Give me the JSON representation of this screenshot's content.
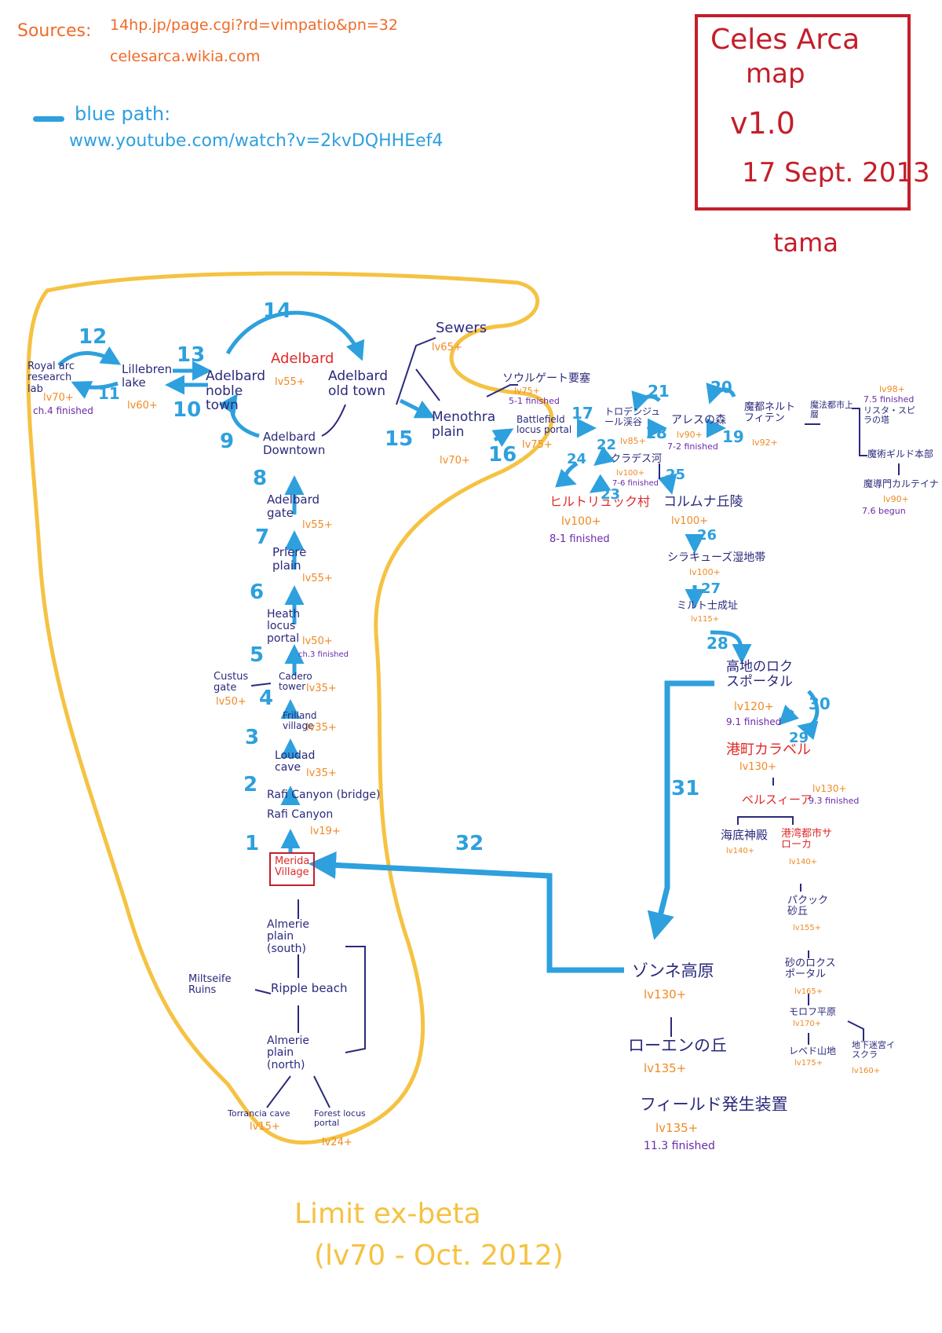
{
  "sources": {
    "label": "Sources:",
    "line1": "14hp.jp/page.cgi?rd=vimpatio&pn=32",
    "line2": "celesarca.wikia.com"
  },
  "blue_path": {
    "label": "blue path:",
    "url": "www.youtube.com/watch?v=2kvDQHHEef4"
  },
  "title": {
    "line1": "Celes Arca",
    "line2": "map",
    "version": "v1.0",
    "date": "17 Sept. 2013",
    "author": "tama"
  },
  "limit": {
    "line1": "Limit ex-beta",
    "line2": "(lv70 - Oct. 2012)"
  },
  "locations": {
    "royal_lab": "Royal arc research lab",
    "royal_lab_lv": "lv70+",
    "royal_lab_fin": "ch.4 finished",
    "lillebren": "Lillebren lake",
    "lillebren_lv": "lv60+",
    "adelbard": "Adelbard",
    "adelbard_lv": "lv55+",
    "noble_town": "Adelbard noble town",
    "old_town": "Adelbard old town",
    "downtown": "Adelbard Downtown",
    "gate": "Adelbard gate",
    "gate_lv": "lv55+",
    "priere": "Priere plain",
    "priere_lv": "lv55+",
    "heath": "Heath locus portal",
    "heath_lv": "lv50+",
    "heath_fin": "ch.3 finished",
    "custus": "Custus gate",
    "custus_lv": "lv50+",
    "cadero": "Cadero tower",
    "cadero_lv": "lv35+",
    "frilland": "Frilland village",
    "frilland_lv": "lv35+",
    "loudad": "Loudad cave",
    "loudad_lv": "lv35+",
    "rafi_bridge": "Rafi Canyon (bridge)",
    "rafi": "Rafi Canyon",
    "rafi_lv": "lv19+",
    "merida": "Merida Village",
    "almerie_south": "Almerie plain (south)",
    "miltseife": "Miltseife Ruins",
    "ripple": "Ripple beach",
    "almerie_north": "Almerie plain (north)",
    "torrancia": "Torrancia cave",
    "torrancia_lv": "lv15+",
    "forest_portal": "Forest locus portal",
    "forest_lv": "lv24+",
    "sewers": "Sewers",
    "sewers_lv": "lv65+",
    "menothra": "Menothra plain",
    "menothra_lv": "lv70+",
    "battlefield": "Battlefield locus portal",
    "battlefield_lv": "lv75+",
    "soul_gate": "ソウルゲート要塞",
    "soul_gate_lv": "lv75+",
    "soul_gate_fin": "5-1 finished",
    "trodenjuru": "トロデンジュール渓谷",
    "trodenjuru_lv": "lv85+",
    "ares": "アレスの森",
    "ares_lv": "lv90+",
    "ares_fin": "7-2 finished",
    "mato": "魔都ネルトフィテン",
    "mato_lv": "lv92+",
    "mahou_jouso": "魔法都市上層",
    "lista": "リスタ・スピラの塔",
    "lista_lv": "lv98+",
    "lista_fin": "7.5 finished",
    "majutsu": "魔術ギルド本部",
    "madoumon": "魔導門カルテイナ",
    "madoumon_lv": "lv90+",
    "madoumon_fin": "7.6 begun",
    "kuradesu": "クラデス河",
    "kuradesu_lv": "lv100+",
    "kuradesu_fin": "7-6 finished",
    "hiltrujuku": "ヒルトリュック村",
    "hiltrujuku_lv": "lv100+",
    "hiltrujuku_fin": "8-1 finished",
    "korumuna": "コルムナ丘陵",
    "korumuna_lv": "lv100+",
    "shirakyuzu": "シラキューズ湿地帯",
    "shirakyuzu_lv": "lv100+",
    "miruto": "ミルト士成址",
    "miruto_lv": "lv115+",
    "kouchi": "高地のロクスポータル",
    "kouchi_lv": "lv120+",
    "kouchi_fin": "9.1 finished",
    "karaberu": "港町カラベル",
    "karaberu_lv": "lv130+",
    "berusuia": "ベルスィーア",
    "berusuia_lv": "lv130+",
    "berusuia_fin": "9.3 finished",
    "kaitei": "海底神殿",
    "kaitei_lv": "lv140+",
    "sarooka": "港湾都市サローカ",
    "sarooka_lv": "lv140+",
    "pakku": "パクック砂丘",
    "pakku_lv": "lv155+",
    "suna": "砂のロクスポータル",
    "suna_lv": "lv165+",
    "morofu": "モロフ平原",
    "morofu_lv": "lv170+",
    "rebedo": "レベド山地",
    "rebedo_lv": "lv175+",
    "chika": "地下迷宮イスクラ",
    "chika_lv": "lv160+",
    "zonne": "ゾンネ高原",
    "zonne_lv": "lv130+",
    "rooen": "ローエンの丘",
    "rooen_lv": "lv135+",
    "field": "フィールド発生装置",
    "field_lv": "lv135+",
    "field_fin": "11.3 finished"
  },
  "path_numbers": [
    "1",
    "2",
    "3",
    "4",
    "5",
    "6",
    "7",
    "8",
    "9",
    "10",
    "11",
    "12",
    "13",
    "14",
    "15",
    "16",
    "17",
    "18",
    "19",
    "20",
    "21",
    "22",
    "23",
    "24",
    "25",
    "26",
    "27",
    "28",
    "29",
    "30",
    "31",
    "32"
  ],
  "colors": {
    "location": "#2a2a7c",
    "level": "#f08a24",
    "finished": "#6a2aa8",
    "path": "#2ea0de",
    "limit_region": "#f5c242",
    "title": "#c41e2a",
    "town": "#e02a2a"
  }
}
